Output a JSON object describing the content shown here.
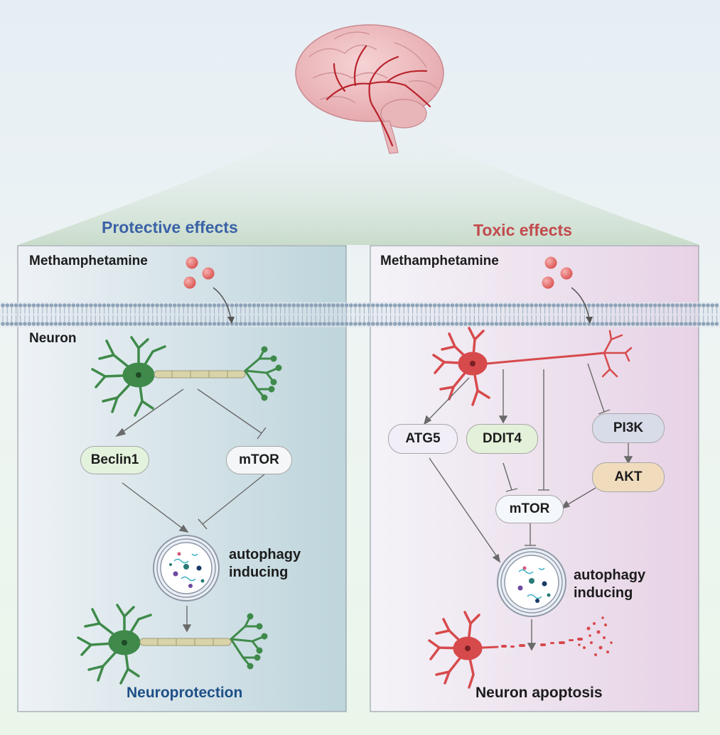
{
  "left_panel": {
    "heading": "Protective effects",
    "drug_label": "Methamphetamine",
    "cell_label": "Neuron",
    "node_beclin1": "Beclin1",
    "node_mtor": "mTOR",
    "autophagy_line1": "autophagy",
    "autophagy_line2": "inducing",
    "outcome": "Neuroprotection"
  },
  "right_panel": {
    "heading": "Toxic effects",
    "drug_label": "Methamphetamine",
    "node_atg5": "ATG5",
    "node_ddit4": "DDIT4",
    "node_pi3k": "PI3K",
    "node_akt": "AKT",
    "node_mtor": "mTOR",
    "autophagy_line1": "autophagy",
    "autophagy_line2": "inducing",
    "outcome": "Neuron apoptosis"
  },
  "colors": {
    "protective_heading": "#3a62a6",
    "toxic_heading": "#c24a4e",
    "neuroprotection_text": "#1e4f87",
    "green_neuron": "#3f8a4a",
    "red_neuron": "#d74a4c",
    "drug_sphere": "#e46a6a"
  }
}
